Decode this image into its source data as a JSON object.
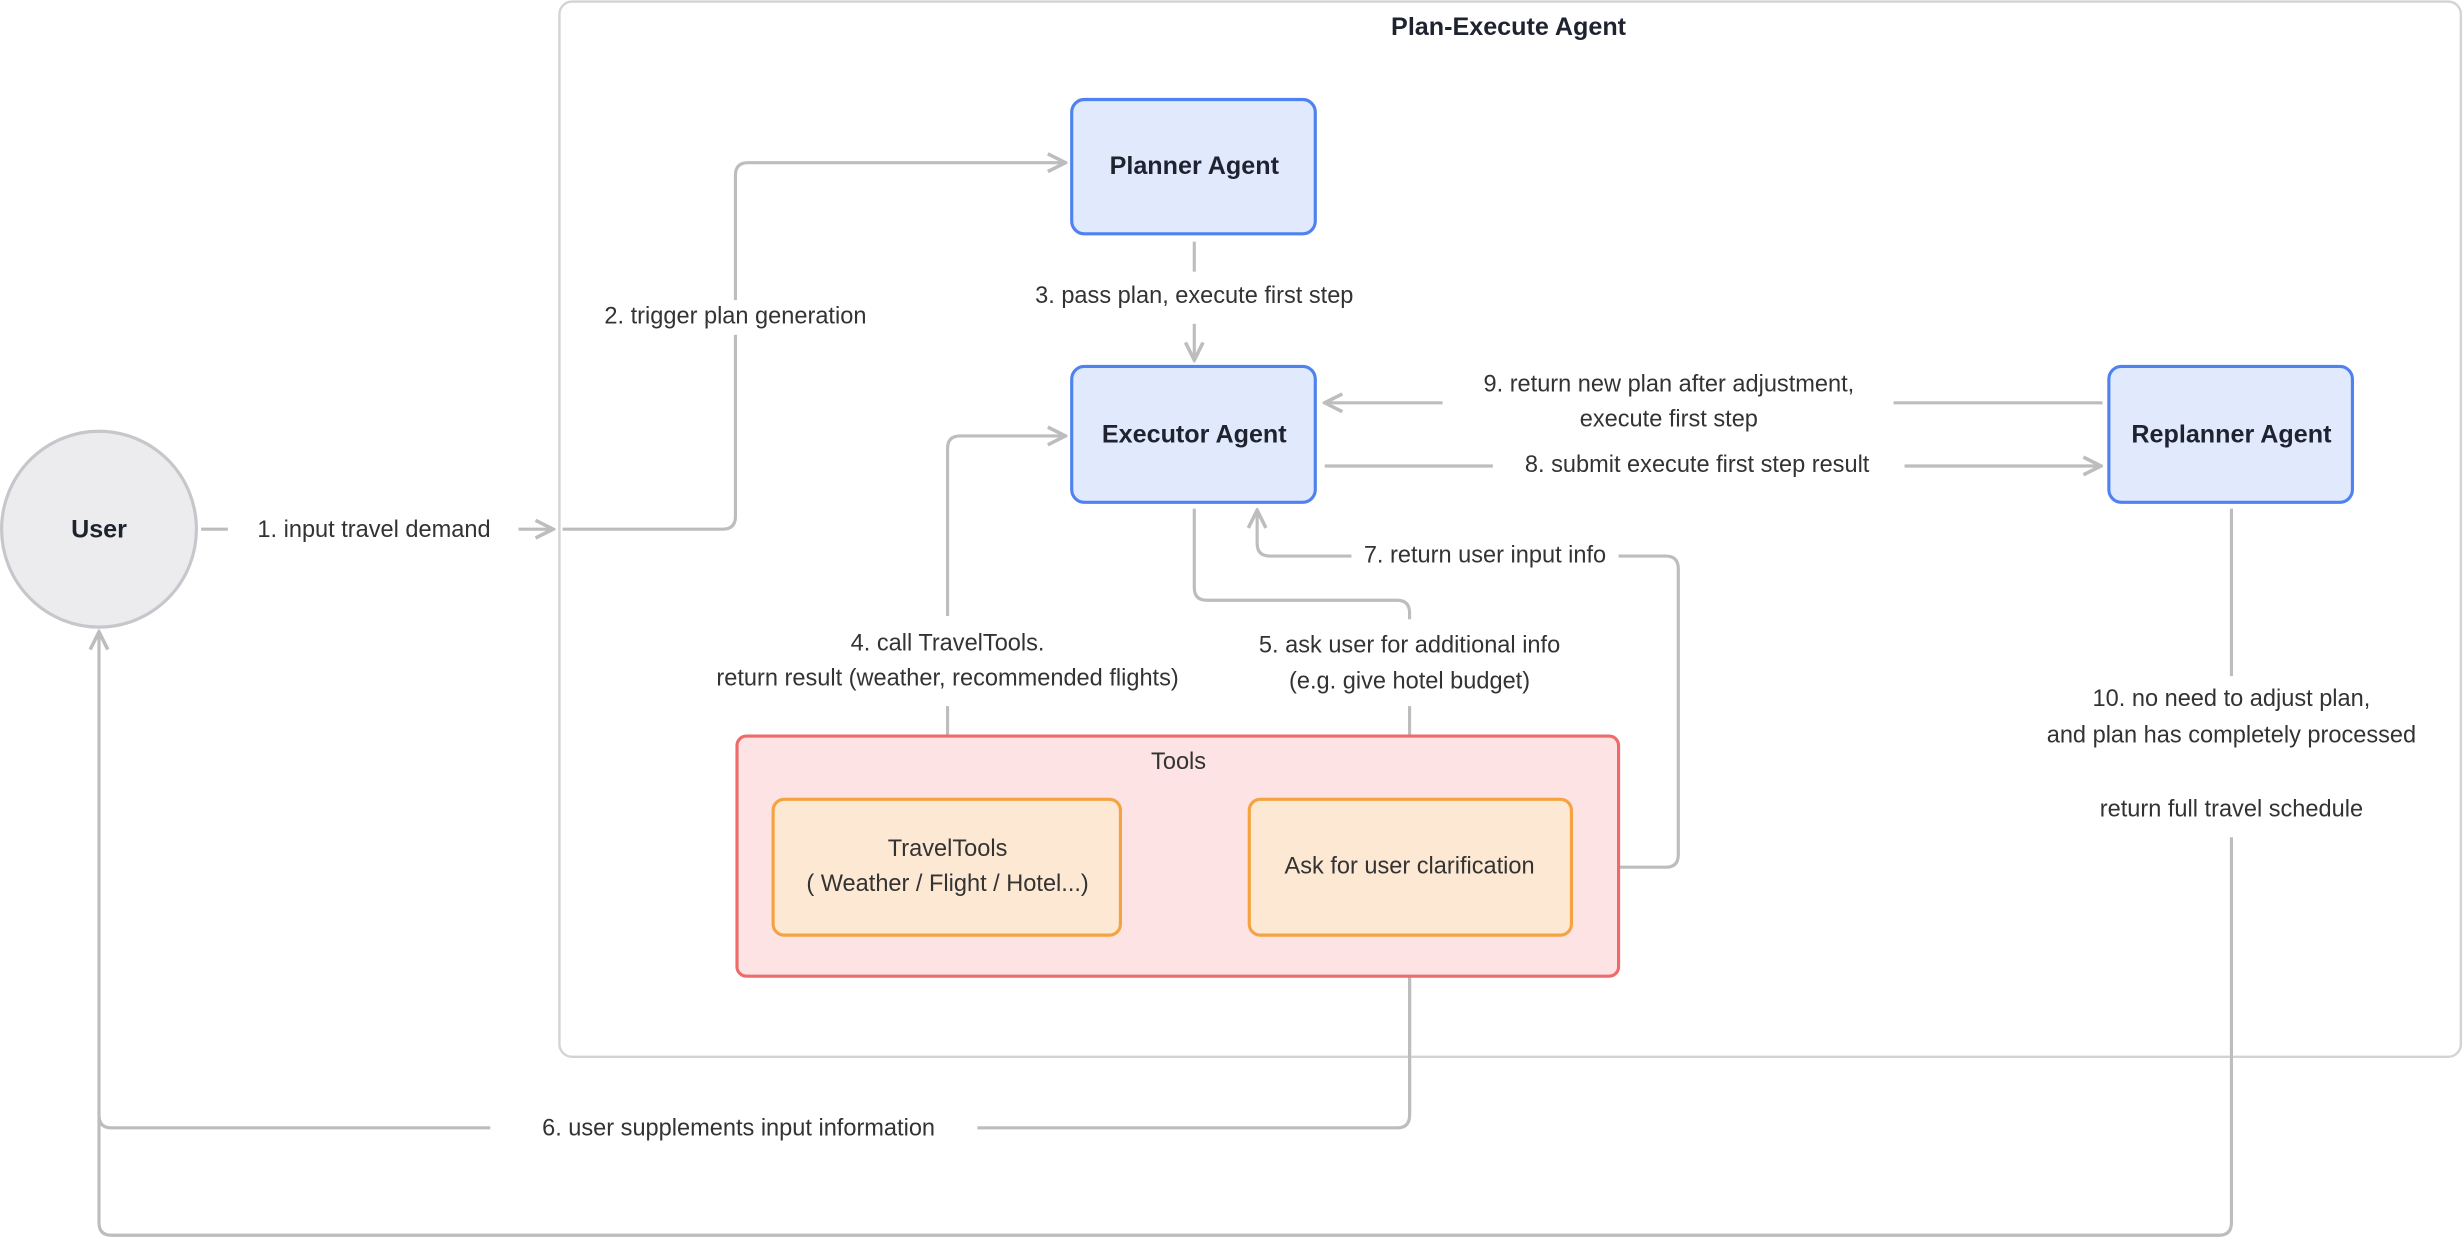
{
  "title": "Plan-Execute Agent",
  "nodes": {
    "user": "User",
    "planner": "Planner Agent",
    "executor": "Executor Agent",
    "replanner": "Replanner Agent",
    "tools_group": "Tools",
    "travel_tools": [
      "TravelTools",
      "( Weather / Flight / Hotel...)"
    ],
    "ask_user": "Ask for user clarification"
  },
  "edges": {
    "e1": "1. input travel demand",
    "e2": "2. trigger plan generation",
    "e3": "3. pass plan, execute first step",
    "e4": [
      "4. call TravelTools.",
      "return result (weather, recommended flights)"
    ],
    "e5": [
      "5. ask user for additional info",
      "(e.g. give hotel budget)"
    ],
    "e6": "6. user supplements input information",
    "e7": "7. return user input info",
    "e8": "8. submit execute first step result",
    "e9": [
      "9. return new plan after adjustment,",
      "execute first step"
    ],
    "e10": [
      "10. no need to adjust plan,",
      "and plan has completely processed",
      "return full travel schedule"
    ]
  },
  "colors": {
    "agent_fill": "#e1e9fd",
    "agent_stroke": "#4f82f0",
    "tools_fill": "#fde3e3",
    "tools_stroke": "#ee6b6b",
    "tool_fill": "#fde8d3",
    "tool_stroke": "#f5a340",
    "edge": "#bdbdbd"
  }
}
